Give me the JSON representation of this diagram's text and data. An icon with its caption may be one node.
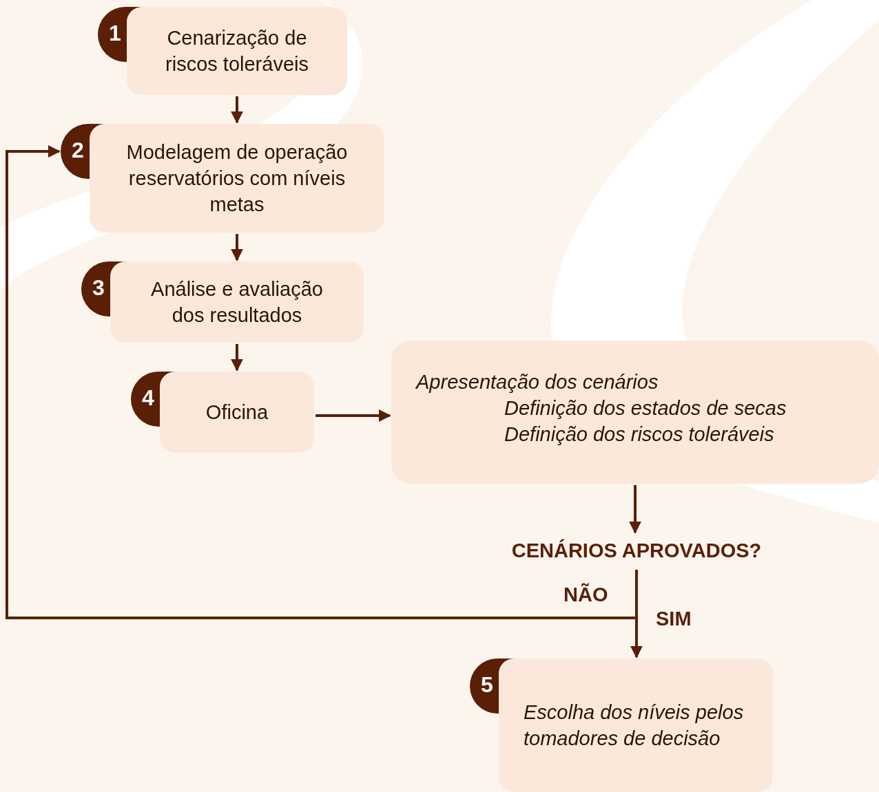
{
  "diagram": {
    "nodes": [
      {
        "text": [
          "1",
          "Cenarização de riscos toleráveis"
        ]
      },
      {
        "text": [
          "2",
          "Modelagem de operação reservatórios com níveis metas"
        ]
      },
      {
        "text": [
          "3",
          "Análise e avaliação dos resultados"
        ]
      },
      {
        "text": [
          "4",
          "Oficina"
        ]
      },
      {
        "text": [
          "Apresentação dos cenários",
          "Definição dos estados de secas",
          "Definição dos riscos toleráveis"
        ]
      },
      {
        "text": [
          "CENÁRIOS APROVADOS?"
        ]
      },
      {
        "text": [
          "5",
          "Escolha dos níveis pelos tomadores de decisão"
        ]
      }
    ],
    "edges": [
      {
        "from": 0,
        "to": 1,
        "arrow": "to"
      },
      {
        "from": 1,
        "to": 2,
        "arrow": "to"
      },
      {
        "from": 2,
        "to": 3,
        "arrow": "to"
      },
      {
        "from": 3,
        "to": 4,
        "arrow": "to"
      },
      {
        "from": 4,
        "to": 5,
        "arrow": "to"
      },
      {
        "from": 5,
        "to": 1,
        "arrow": "to",
        "label": "NÃO"
      },
      {
        "from": 5,
        "to": 6,
        "arrow": "to",
        "label": "SIM"
      }
    ]
  }
}
